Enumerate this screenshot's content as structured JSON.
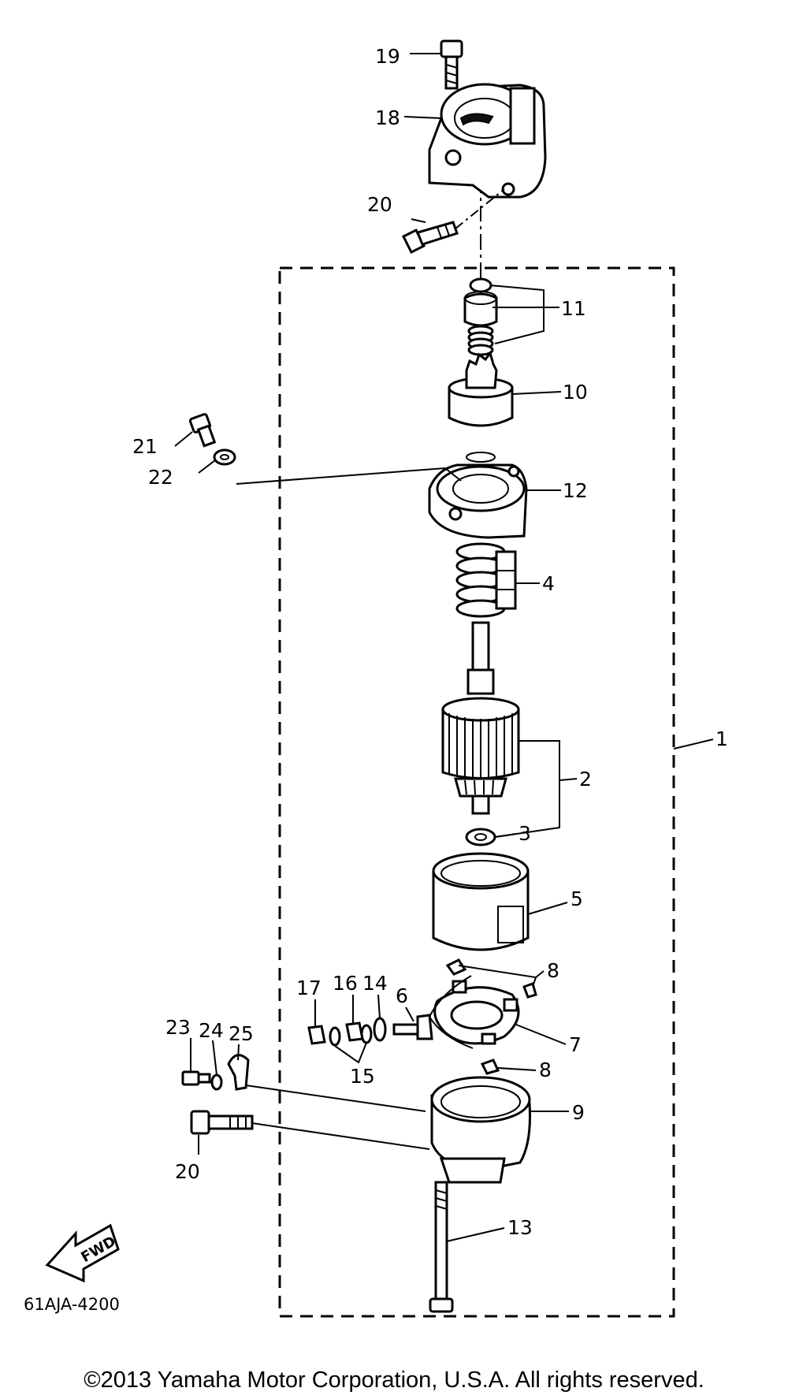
{
  "diagram_code": "61AJA-4200",
  "copyright": "©2013 Yamaha Motor Corporation, U.S.A. All rights reserved.",
  "fwd_label": "FWD",
  "callouts": {
    "c1": "1",
    "c2": "2",
    "c3": "3",
    "c4": "4",
    "c5": "5",
    "c6": "6",
    "c7": "7",
    "c8a": "8",
    "c8b": "8",
    "c9": "9",
    "c10": "10",
    "c11": "11",
    "c12": "12",
    "c13": "13",
    "c14": "14",
    "c15": "15",
    "c16": "16",
    "c17": "17",
    "c18": "18",
    "c19": "19",
    "c20a": "20",
    "c20b": "20",
    "c21": "21",
    "c22": "22",
    "c23": "23",
    "c24": "24",
    "c25": "25"
  }
}
